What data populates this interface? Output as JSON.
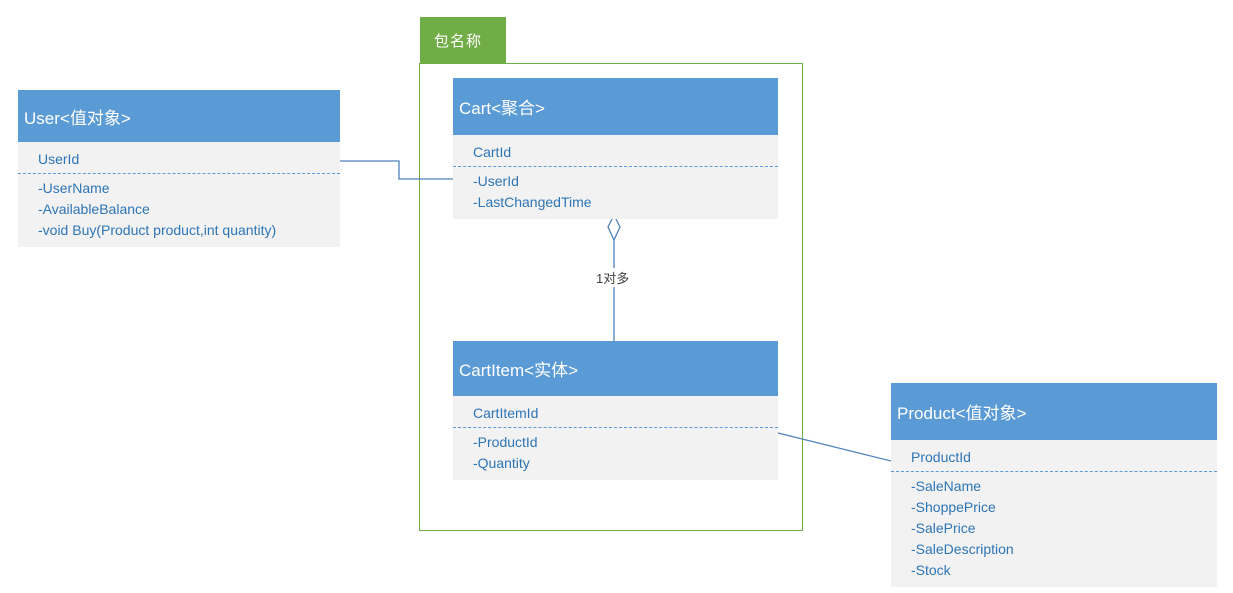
{
  "package": {
    "label": "包名称"
  },
  "colors": {
    "header_blue": "#5b9bd5",
    "body_bg": "#f2f2f2",
    "attribute_text_blue": "#2e75b6",
    "package_green": "#70ad47",
    "connector_blue": "#4f81bd"
  },
  "classes": {
    "user": {
      "title": "User<值对象>",
      "key": "UserId",
      "attributes": [
        "-UserName",
        "-AvailableBalance",
        "-void Buy(Product product,int quantity)"
      ]
    },
    "cart": {
      "title": "Cart<聚合>",
      "key": "CartId",
      "attributes": [
        "-UserId",
        "-LastChangedTime"
      ]
    },
    "cartitem": {
      "title": "CartItem<实体>",
      "key": "CartItemId",
      "attributes": [
        "-ProductId",
        "-Quantity"
      ]
    },
    "product": {
      "title": "Product<值对象>",
      "key": "ProductId",
      "attributes": [
        "-SaleName",
        "-ShoppePrice",
        "-SalePrice",
        "-SaleDescription",
        "-Stock"
      ]
    }
  },
  "connectors": {
    "cart_to_cartitem_label": "1对多",
    "aggregation_icon": "hollow-diamond"
  }
}
